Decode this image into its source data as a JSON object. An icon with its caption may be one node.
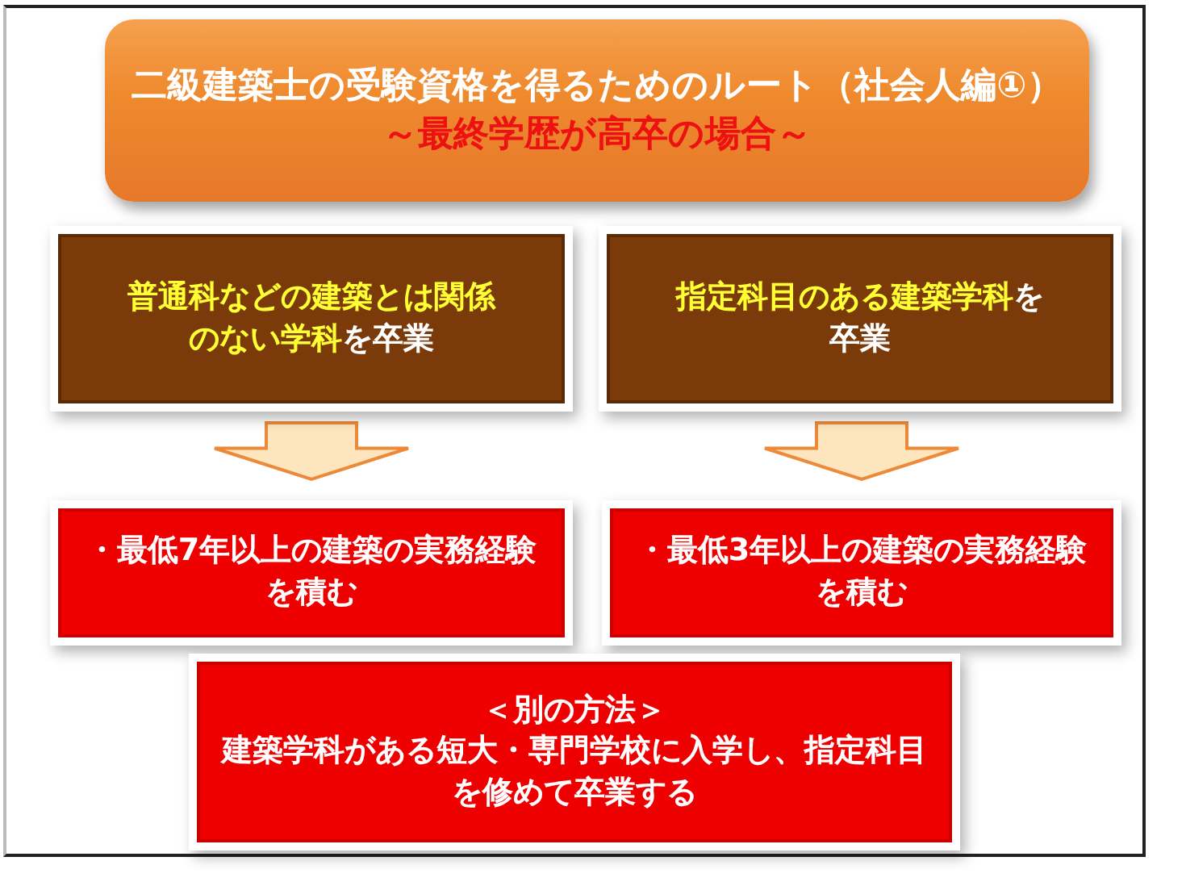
{
  "diagram": {
    "nodes": [
      {
        "text": [
          "二級建築士の受験資格を得るためのルート（社会人編①）",
          "～最終学歴が高卒の場合～"
        ]
      },
      {
        "text": [
          "普通科などの建築とは関係のない学科",
          "を卒業"
        ]
      },
      {
        "text": [
          "指定科目のある建築学科",
          "を卒業"
        ]
      },
      {
        "text": [
          "・最低7年以上の建築の実務経験を積む"
        ]
      },
      {
        "text": [
          "・最低3年以上の建築の実務経験を積む"
        ]
      },
      {
        "text": [
          "＜別の方法＞",
          "建築学科がある短大・専門学校に入学し、指定科目を修めて卒業する"
        ]
      }
    ],
    "edges": [
      {
        "from": 1,
        "to": 3,
        "arrow": "to"
      },
      {
        "from": 2,
        "to": 4,
        "arrow": "to"
      }
    ]
  }
}
